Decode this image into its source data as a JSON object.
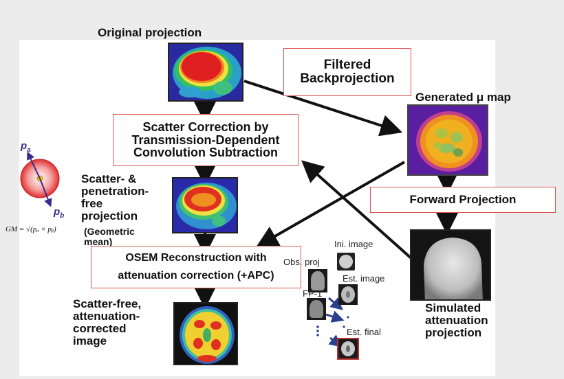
{
  "labels": {
    "original_projection": "Original projection",
    "generated_mu_map": "Generated μ map",
    "scatter_free_projection": "Scatter- &\npenetration-\nfree\nprojection",
    "geometric_mean": "(Geometric\nmean)",
    "scatter_free_image": "Scatter-free,\nattenuation-\ncorrected\nimage",
    "simulated_projection": "Simulated\nattenuation\nprojection",
    "gm_formula": "GM = √(pₐ × pᵦ)",
    "pa": "p",
    "pa_sub": "a",
    "pb": "p",
    "pb_sub": "b"
  },
  "boxes": {
    "filtered_backprojection": "Filtered\nBackprojection",
    "scatter_correction": "Scatter Correction by\nTransmission-Dependent\nConvolution Subtraction",
    "forward_projection": "Forward Projection",
    "osem": "OSEM Reconstruction with\nattenuation correction (+APC)"
  },
  "inset": {
    "ini_image": "Ini. image",
    "obs_proj": "Obs. proj",
    "est_image": "Est. image",
    "fp1": "FP-1",
    "est_final": "Est. final"
  },
  "colors": {
    "box_border": "#d9534f",
    "arrow": "#111111",
    "inset_arrow": "#2b3f8f"
  }
}
